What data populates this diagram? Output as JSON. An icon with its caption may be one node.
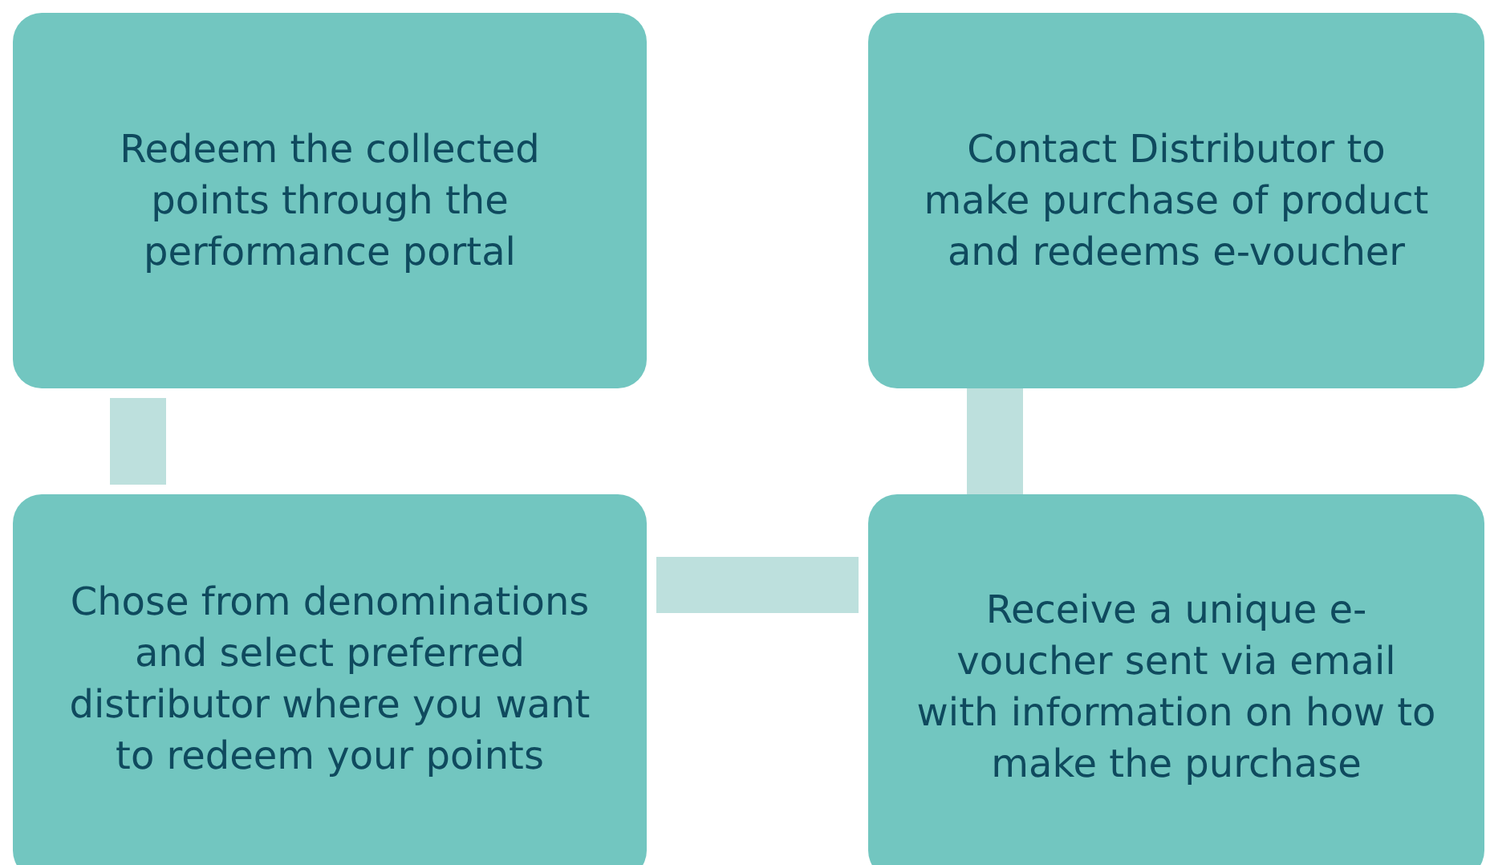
{
  "diagram": {
    "nodes": [
      {
        "text": [
          "Redeem the collected points through the performance portal"
        ]
      },
      {
        "text": [
          "Contact Distributor to make purchase of product and redeems e-voucher"
        ]
      },
      {
        "text": [
          "Chose from denominations and select preferred distributor where you want to redeem your points"
        ]
      },
      {
        "text": [
          "Receive a unique e-voucher sent via email with information on how to make the purchase"
        ]
      }
    ],
    "edges": [
      {
        "from": 0,
        "to": 2,
        "arrow": "none"
      },
      {
        "from": 2,
        "to": 3,
        "arrow": "none"
      },
      {
        "from": 3,
        "to": 1,
        "arrow": "none"
      }
    ]
  }
}
